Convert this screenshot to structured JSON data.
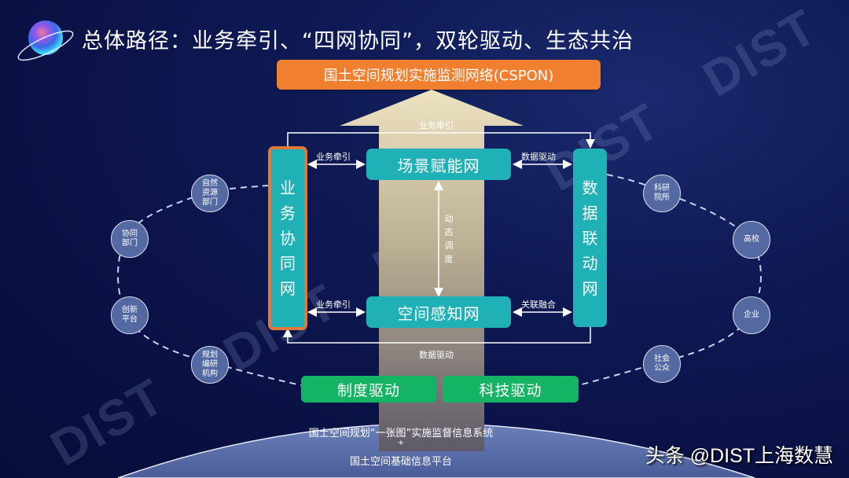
{
  "title": "总体路径：业务牵引、“四网协同”，双轮驱动、生态共治",
  "top_banner": "国土空间规划实施监测网络(CSPON)",
  "center_arrow_label": "业务牵引",
  "networks": {
    "scene": "场景赋能网",
    "spatial": "空间感知网",
    "business": [
      "业",
      "务",
      "协",
      "同",
      "网"
    ],
    "data": [
      "数",
      "据",
      "联",
      "动",
      "网"
    ]
  },
  "connectors": {
    "top_left": "业务牵引",
    "top_right": "数据驱动",
    "bottom_left": "业务牵引",
    "bottom_right": "关联融合",
    "bottom_loop": "数据驱动",
    "dynamic": [
      "动",
      "态",
      "调",
      "度"
    ]
  },
  "drivers": {
    "institution": "制度驱动",
    "technology": "科技驱动"
  },
  "left_nodes": [
    {
      "lines": [
        "自然",
        "资源",
        "部门"
      ]
    },
    {
      "lines": [
        "协同",
        "部门"
      ]
    },
    {
      "lines": [
        "创新",
        "平台"
      ]
    },
    {
      "lines": [
        "规划",
        "编研",
        "机构"
      ]
    }
  ],
  "right_nodes": [
    {
      "lines": [
        "科研",
        "院所"
      ]
    },
    {
      "lines": [
        "高校"
      ]
    },
    {
      "lines": [
        "企业"
      ]
    },
    {
      "lines": [
        "社会",
        "公众"
      ]
    }
  ],
  "foundation": {
    "line1": "国土空间规划“一张图”实施监督信息系统",
    "plus": "+",
    "line2": "国土空间基础信息平台"
  },
  "watermark": "DIST",
  "footer_credit": "头条 @DIST上海数慧",
  "colors": {
    "background": "#0c1450",
    "teal": "#1fb1b5",
    "orange": "#f07f2f",
    "green": "#14b464",
    "node": "#5469a1",
    "arrow": "#e6dcbc"
  }
}
